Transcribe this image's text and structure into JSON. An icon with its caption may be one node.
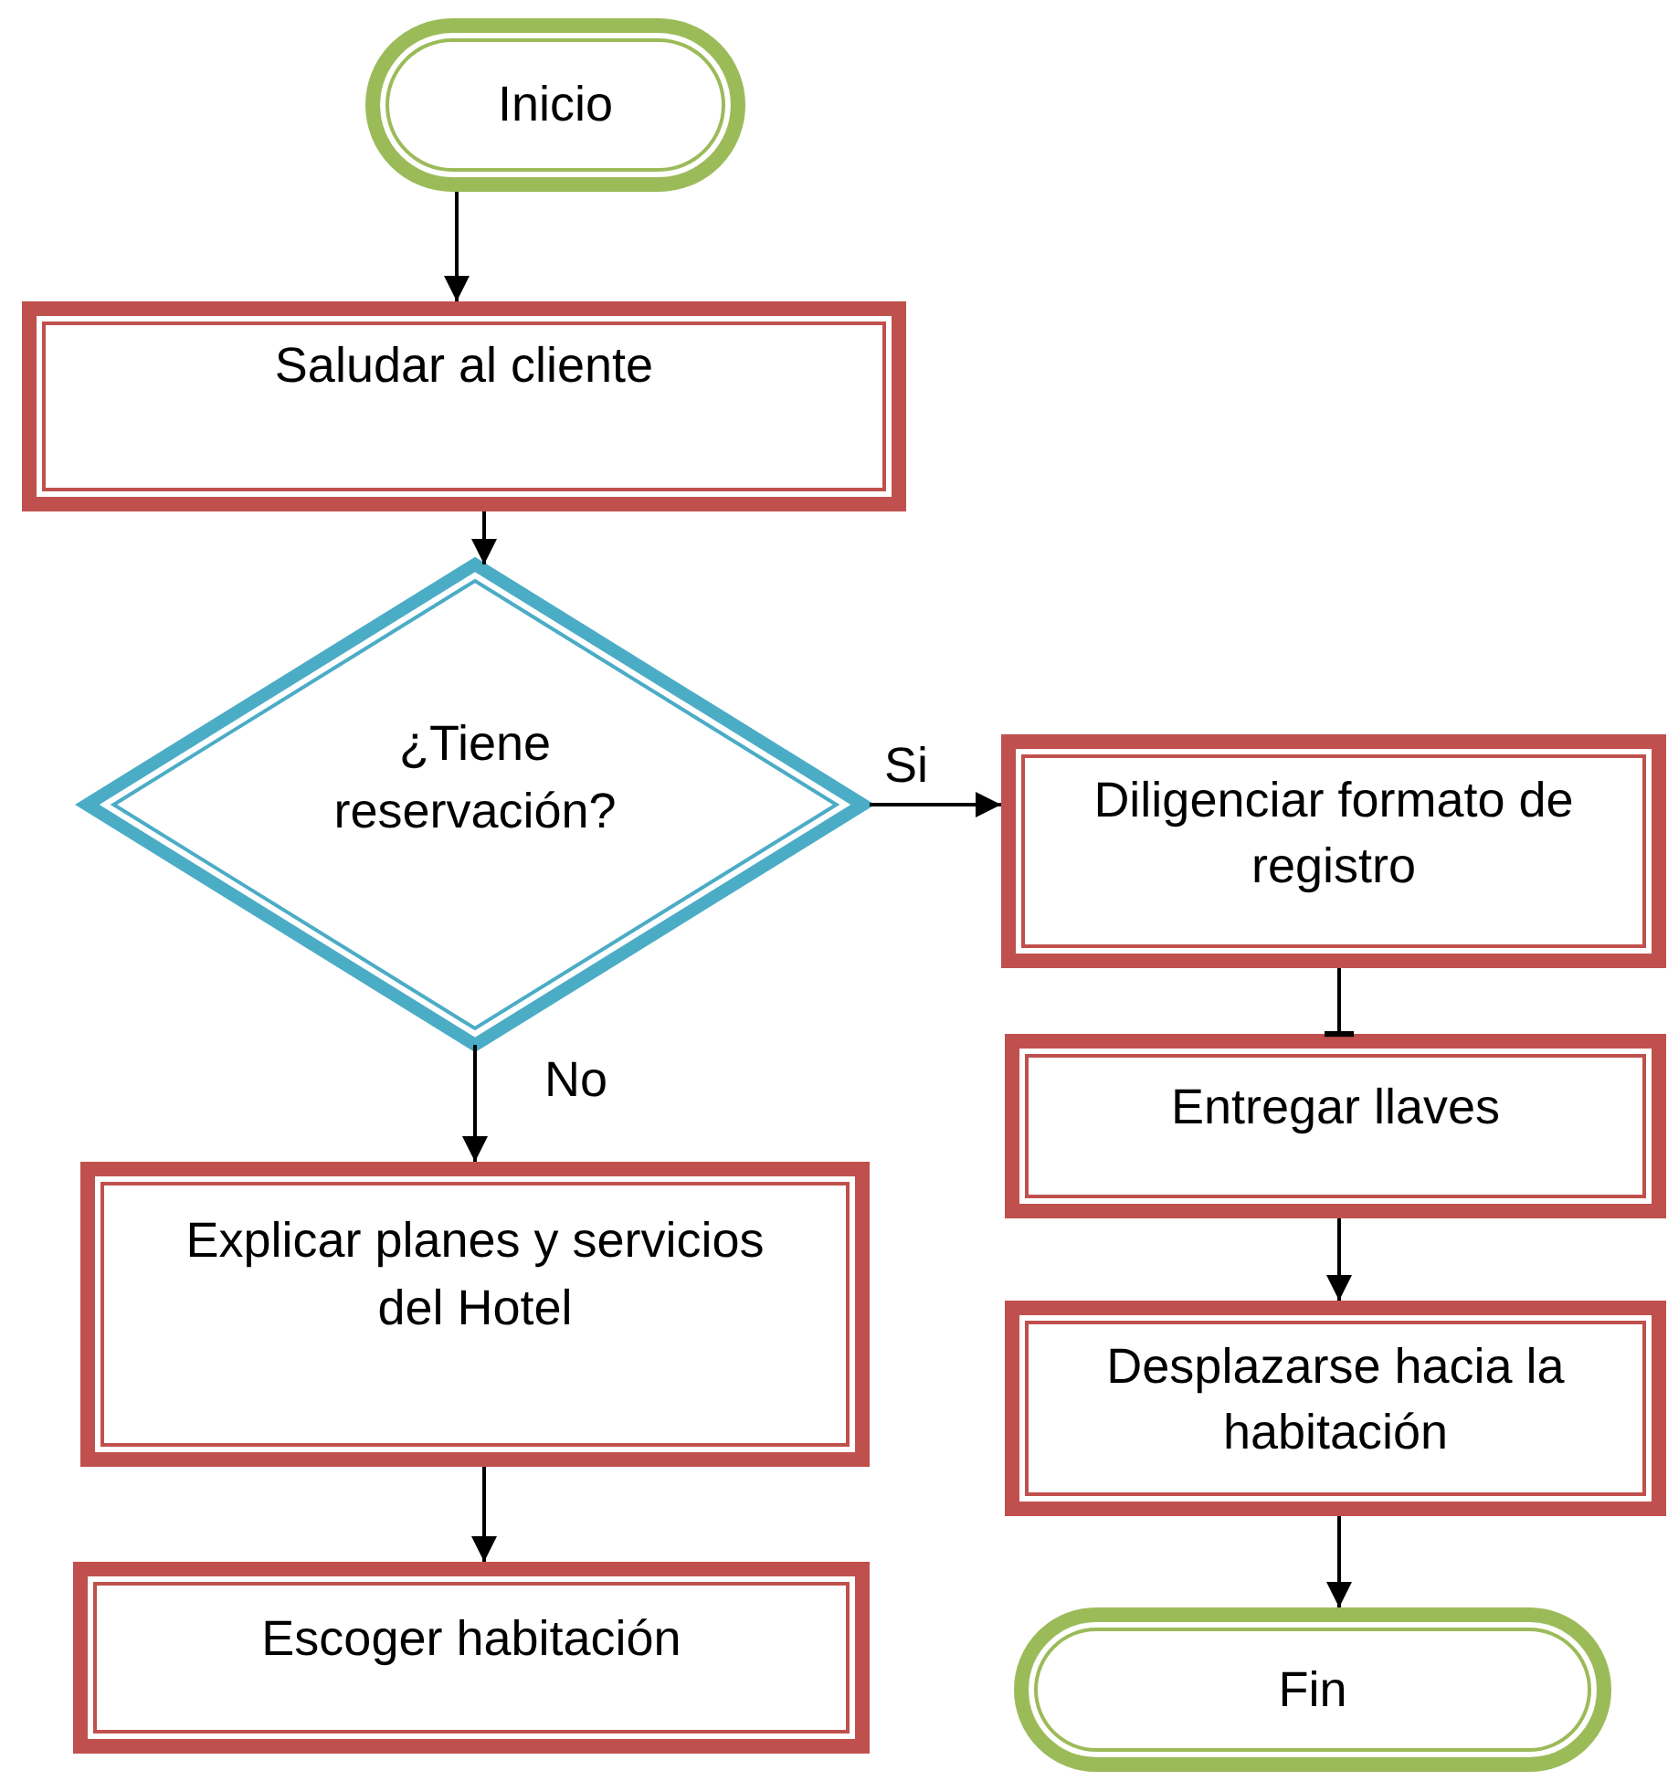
{
  "diagram": {
    "nodes": [
      {
        "text": [
          "Inicio"
        ]
      },
      {
        "text": [
          "Saludar al cliente"
        ]
      },
      {
        "text": [
          "¿Tiene reservación?"
        ]
      },
      {
        "text": [
          "Explicar planes y servicios del Hotel"
        ]
      },
      {
        "text": [
          "Escoger habitación"
        ]
      },
      {
        "text": [
          "Diligenciar formato de registro"
        ]
      },
      {
        "text": [
          "Entregar llaves"
        ]
      },
      {
        "text": [
          "Desplazarse hacia la habitación"
        ]
      },
      {
        "text": [
          "Fin"
        ]
      }
    ],
    "edges": [
      {
        "from": 0,
        "to": 1,
        "arrow": "to"
      },
      {
        "from": 1,
        "to": 2,
        "arrow": "to"
      },
      {
        "from": 2,
        "to": 5,
        "arrow": "to",
        "label": "Si"
      },
      {
        "from": 2,
        "to": 3,
        "arrow": "to",
        "label": "No"
      },
      {
        "from": 3,
        "to": 4,
        "arrow": "to"
      },
      {
        "from": 5,
        "to": 6,
        "arrow": "other"
      },
      {
        "from": 6,
        "to": 7,
        "arrow": "to"
      },
      {
        "from": 7,
        "to": 8,
        "arrow": "to"
      }
    ]
  }
}
